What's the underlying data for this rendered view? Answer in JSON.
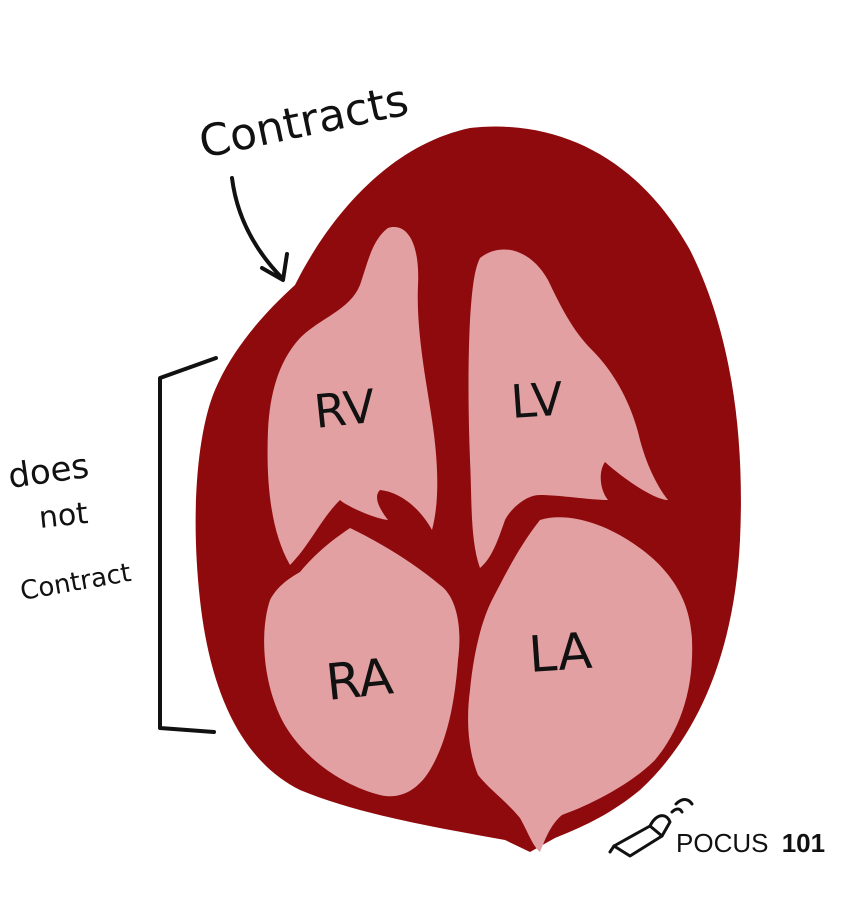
{
  "labels": {
    "contracts": "Contracts",
    "does": "does",
    "not": "not",
    "contract": "Contract",
    "rv": "RV",
    "lv": "LV",
    "ra": "RA",
    "la": "LA"
  },
  "logo": {
    "name": "POCUS",
    "number": "101",
    "icon": "ultrasound-probe-icon"
  },
  "colors": {
    "myocardium": "#8f0a0c",
    "chamber": "#e2a0a2",
    "ink": "#111111"
  }
}
